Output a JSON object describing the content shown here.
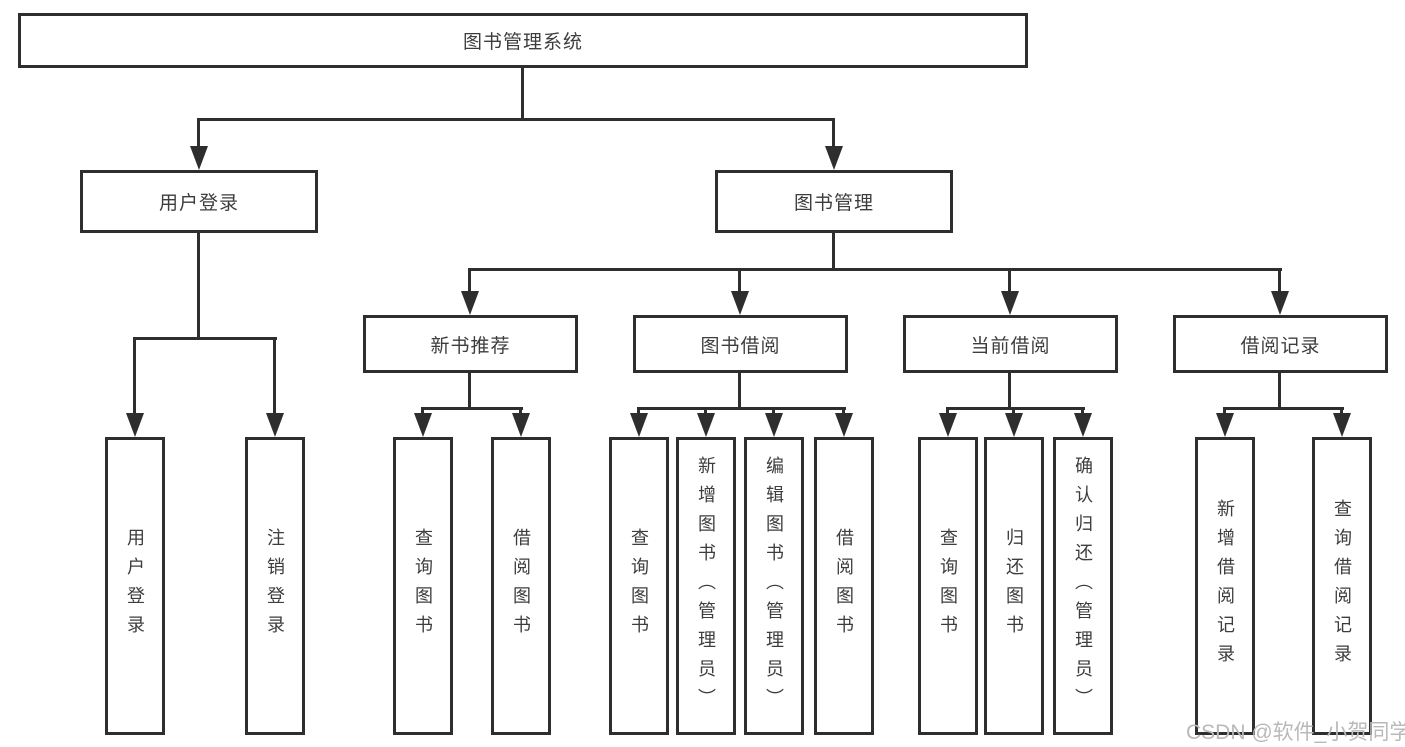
{
  "tree": {
    "label": "图书管理系统",
    "children": [
      {
        "label": "用户登录",
        "children": [
          {
            "label": "用户登录"
          },
          {
            "label": "注销登录"
          }
        ]
      },
      {
        "label": "图书管理",
        "children": [
          {
            "label": "新书推荐",
            "children": [
              {
                "label": "查询图书"
              },
              {
                "label": "借阅图书"
              }
            ]
          },
          {
            "label": "图书借阅",
            "children": [
              {
                "label": "查询图书"
              },
              {
                "label": "新增图书（管理员）"
              },
              {
                "label": "编辑图书（管理员）"
              },
              {
                "label": "借阅图书"
              }
            ]
          },
          {
            "label": "当前借阅",
            "children": [
              {
                "label": "查询图书"
              },
              {
                "label": "归还图书"
              },
              {
                "label": "确认归还（管理员）"
              }
            ]
          },
          {
            "label": "借阅记录",
            "children": [
              {
                "label": "新增借阅记录"
              },
              {
                "label": "查询借阅记录"
              }
            ]
          }
        ]
      }
    ]
  },
  "watermark": "CSDN @软件_小贺同学",
  "colors": {
    "line": "#2e2e2e",
    "text": "#3d3d3d",
    "watermark": "#b9b9b9",
    "background": "#ffffff"
  }
}
